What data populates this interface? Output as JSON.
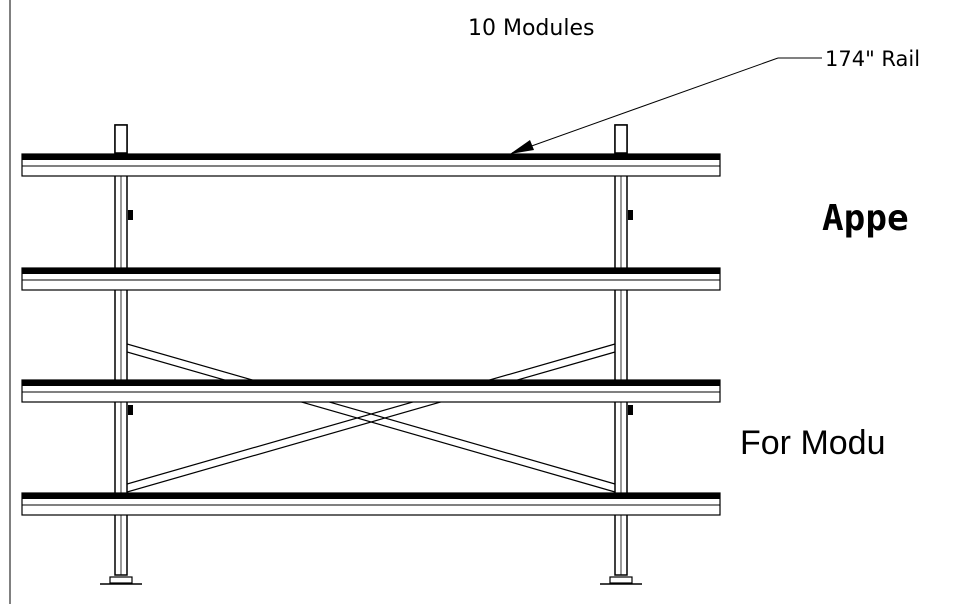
{
  "drawing": {
    "module_count_label": "10 Modules",
    "rail_callout_label": "174\" Rail",
    "appendix_fragment": "Appe",
    "module_fragment": "For Modu"
  }
}
